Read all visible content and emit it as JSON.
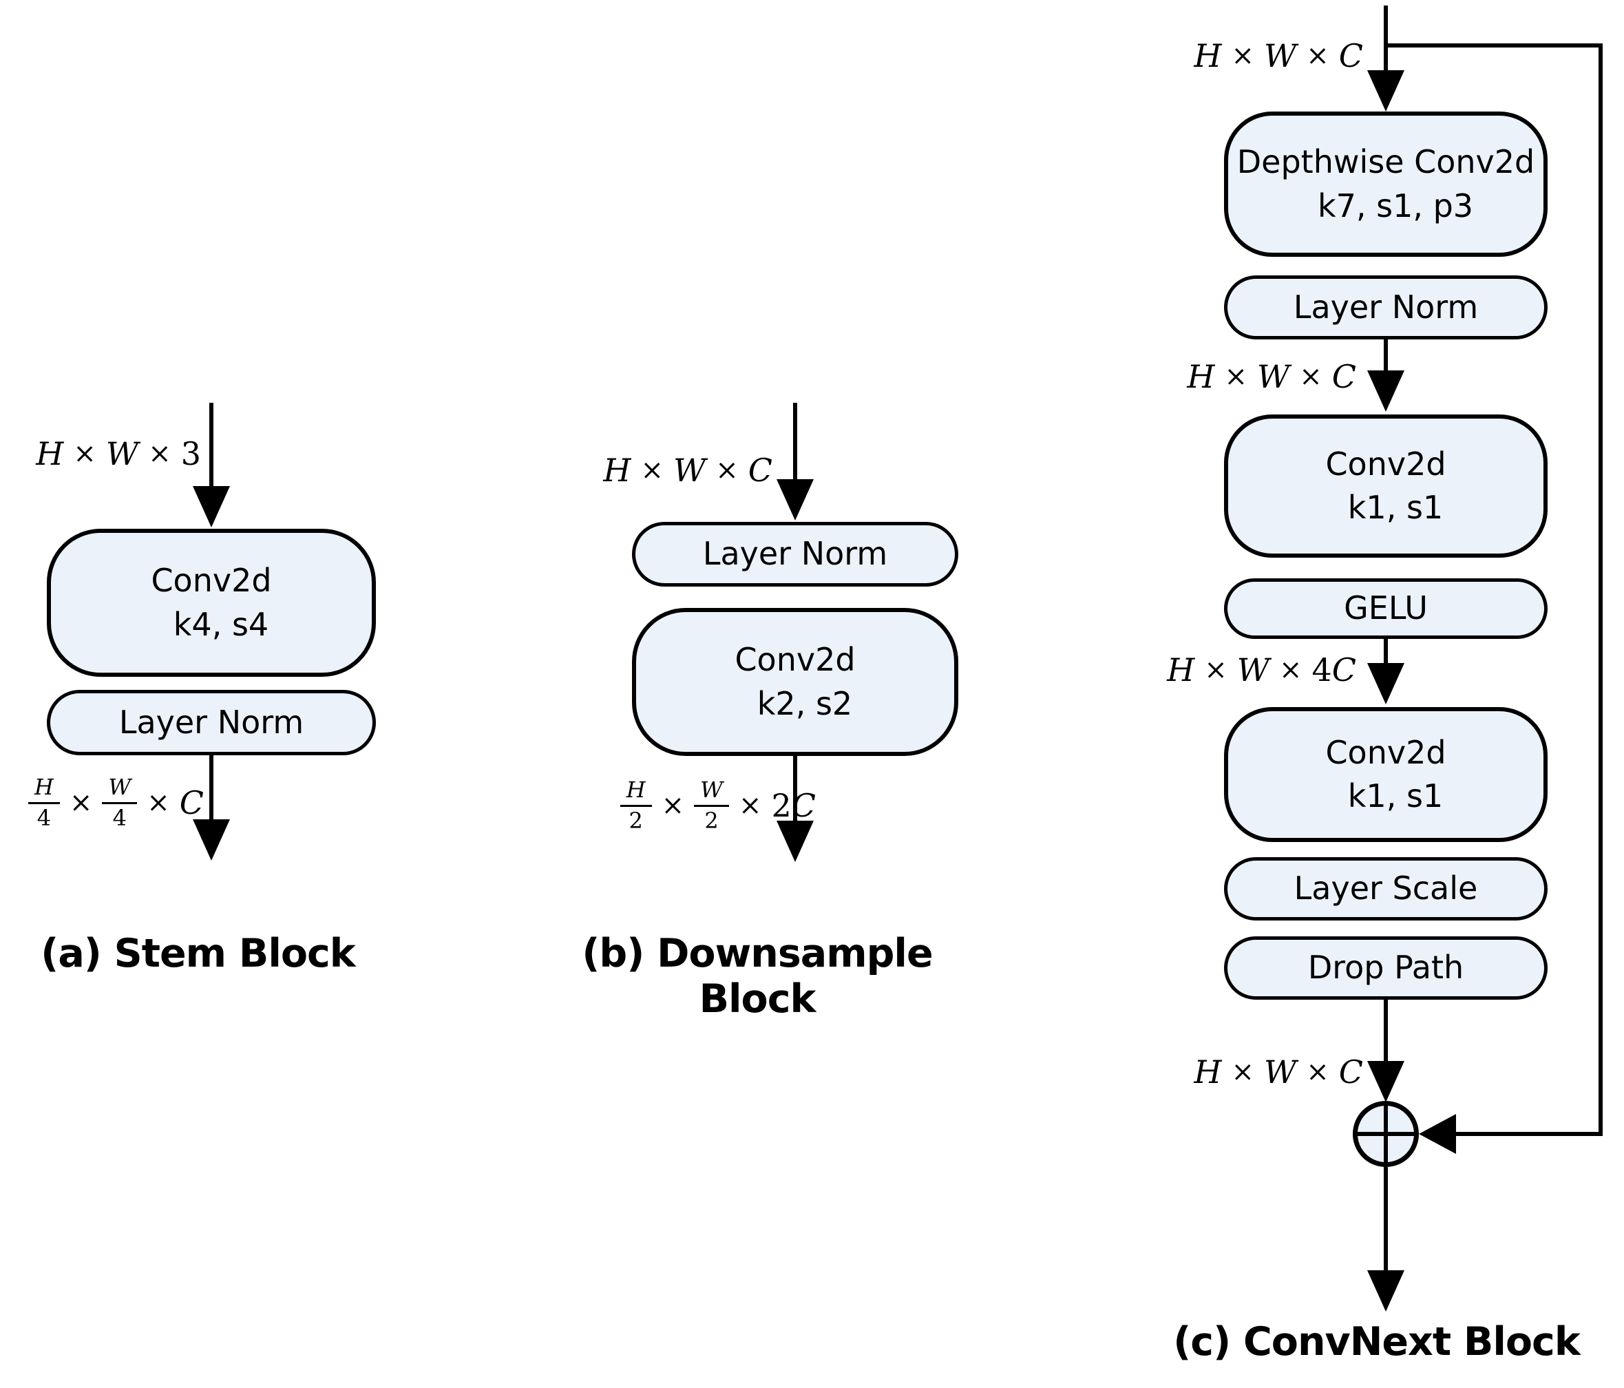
{
  "colors": {
    "node_fill": "#ebf2fa",
    "node_stroke": "#000000",
    "line": "#000000",
    "text": "#000000",
    "background": "#ffffff"
  },
  "figures": {
    "stem": {
      "caption": "(a) Stem Block",
      "input_dims": {
        "v1": "H",
        "x1": "×",
        "v2": "W",
        "x2": "×",
        "t_num": "3",
        "t_var": ""
      },
      "conv_node": {
        "line1": "Conv2d",
        "line2": "k4, s4"
      },
      "norm_node": "Layer Norm",
      "output_dims": {
        "f1_num": "H",
        "f1_den": "4",
        "op1": "×",
        "f2_num": "W",
        "f2_den": "4",
        "op2": "×",
        "t_num": "",
        "t_var": "C"
      }
    },
    "downsample": {
      "caption": "(b) Downsample Block",
      "input_dims": {
        "v1": "H",
        "x1": "×",
        "v2": "W",
        "x2": "×",
        "t_num": "",
        "t_var": "C"
      },
      "norm_node": "Layer Norm",
      "conv_node": {
        "line1": "Conv2d",
        "line2": "k2, s2"
      },
      "output_dims": {
        "f1_num": "H",
        "f1_den": "2",
        "op1": "×",
        "f2_num": "W",
        "f2_den": "2",
        "op2": "×",
        "t_num": "2",
        "t_var": "C"
      }
    },
    "convnext": {
      "caption": "(c) ConvNext Block",
      "input_dims": {
        "v1": "H",
        "x1": "×",
        "v2": "W",
        "x2": "×",
        "t_num": "",
        "t_var": "C"
      },
      "dwconv_node": {
        "line1": "Depthwise Conv2d",
        "line2": "k7, s1, p3"
      },
      "norm_node": "Layer Norm",
      "mid_dims_1": {
        "v1": "H",
        "x1": "×",
        "v2": "W",
        "x2": "×",
        "t_num": "",
        "t_var": "C"
      },
      "conv_node_1": {
        "line1": "Conv2d",
        "line2": "k1, s1"
      },
      "gelu_node": "GELU",
      "mid_dims_2": {
        "v1": "H",
        "x1": "×",
        "v2": "W",
        "x2": "×",
        "t_num": "4",
        "t_var": "C"
      },
      "conv_node_2": {
        "line1": "Conv2d",
        "line2": "k1, s1"
      },
      "scale_node": "Layer Scale",
      "droppath_node": "Drop Path",
      "output_dims": {
        "v1": "H",
        "x1": "×",
        "v2": "W",
        "x2": "×",
        "t_num": "",
        "t_var": "C"
      },
      "add_icon": "circled-plus"
    }
  }
}
